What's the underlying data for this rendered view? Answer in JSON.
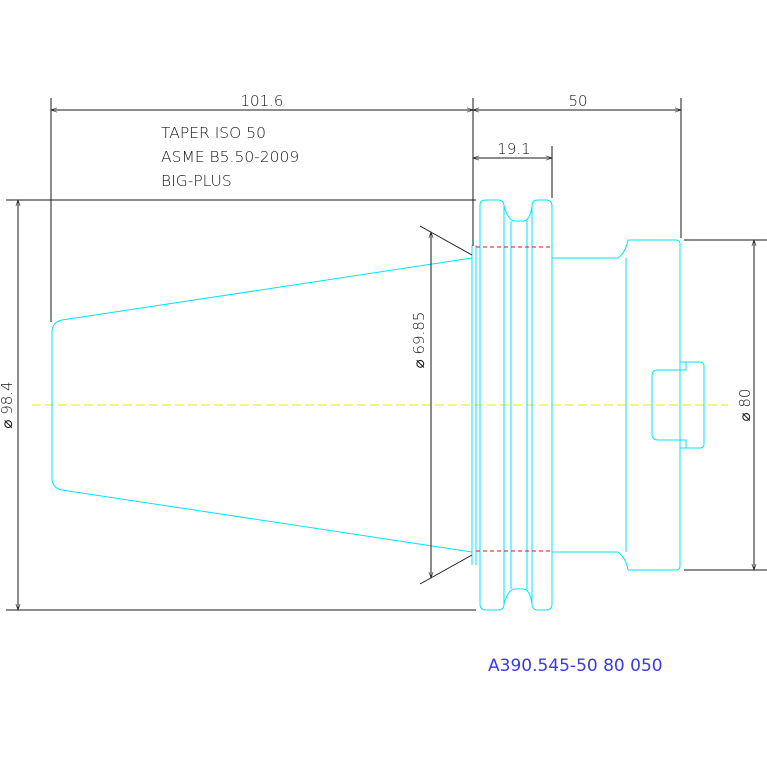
{
  "drawing": {
    "dimensions": {
      "overall_taper_length": "101.6",
      "body_length": "50",
      "flange_width": "19.1",
      "flange_diameter": "⌀ 98.4",
      "gauge_diameter": "⌀ 69.85",
      "shank_diameter": "⌀ 80"
    },
    "notes": [
      "TAPER ISO 50",
      "ASME B5.50-2009",
      "BIG-PLUS"
    ],
    "part_number": "A390.545-50 80 050",
    "colors": {
      "outline": "#00e5ff",
      "dimension": "#1a1a1a",
      "centerline": "#e8e800",
      "hidden": "#e01010",
      "part_number": "#3a3ae8"
    }
  }
}
